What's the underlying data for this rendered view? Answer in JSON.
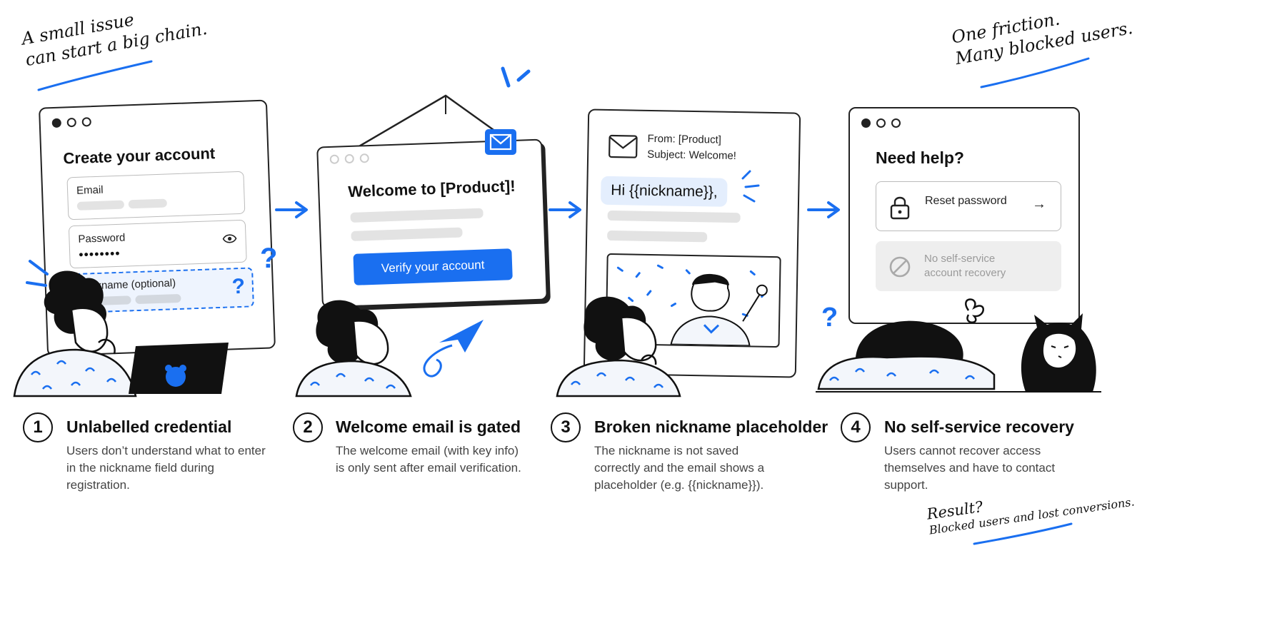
{
  "annotations": {
    "top_left": [
      "A small issue",
      "can start a big chain."
    ],
    "top_right": [
      "One friction.",
      "Many blocked users."
    ],
    "bottom_right": [
      "Result?",
      "Blocked users and lost conversions."
    ]
  },
  "panel1": {
    "title": "Create your account",
    "email_label": "Email",
    "password_label": "Password",
    "password_mask": "••••••••",
    "nickname_label": "Nickname (optional)",
    "question_mark": "?"
  },
  "panel2": {
    "title": "Welcome to [Product]!",
    "button_label": "Verify your account"
  },
  "panel3": {
    "from": "From: [Product]",
    "subject": "Subject: Welcome!",
    "greeting": "Hi {{nickname}},"
  },
  "panel4": {
    "title": "Need help?",
    "reset_label": "Reset password",
    "reset_arrow": "→",
    "no_recovery_line1": "No self-service",
    "no_recovery_line2": "account recovery",
    "question_mark": "?"
  },
  "steps": [
    {
      "number": "1",
      "title": "Unlabelled credential",
      "description": "Users don’t understand what to enter in the nickname field during registration."
    },
    {
      "number": "2",
      "title": "Welcome email is gated",
      "description": "The welcome email (with key info) is only sent after email verification."
    },
    {
      "number": "3",
      "title": "Broken nickname placeholder",
      "description": "The nickname is not saved correctly and the email shows a placeholder (e.g. {{nickname}})."
    },
    {
      "number": "4",
      "title": "No self-service recovery",
      "description": "Users cannot recover access themselves and have to contact support."
    }
  ],
  "colors": {
    "accent": "#1a6ff0",
    "ink": "#111111",
    "muted": "#444444"
  }
}
